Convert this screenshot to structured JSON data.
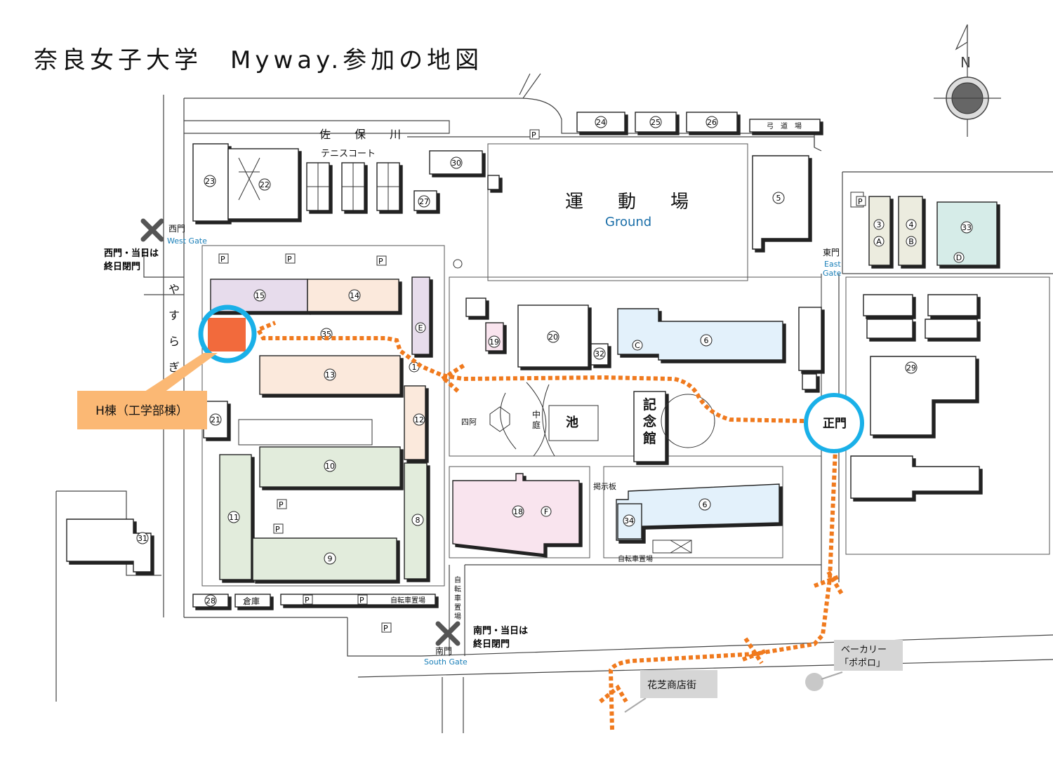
{
  "title": "奈良女子大学　Myway.参加の地図",
  "compass": {
    "label": "N"
  },
  "labels": {
    "river": [
      "佐",
      "保",
      "川"
    ],
    "tennis": "テニスコート",
    "ground": [
      "運",
      "動",
      "場"
    ],
    "ground_en": "Ground",
    "yasuragi": [
      "や",
      "す",
      "ら",
      "ぎ"
    ],
    "kinenkan": [
      "記",
      "念",
      "館"
    ],
    "pond": "池",
    "nakaniwa": [
      "中",
      "庭"
    ],
    "shiaku": "四阿",
    "keijiban": "掲示板",
    "bike_lot_1": "自転車置場",
    "bike_lot_2": "自転車置場",
    "bike_lot_v": [
      "自",
      "転",
      "車",
      "置",
      "場"
    ],
    "kyudojo": "弓　道　場",
    "soko": "倉庫",
    "parking": "P"
  },
  "gates": {
    "west": "西門",
    "west_en": "West Gate",
    "west_note": [
      "西門・当日は",
      "終日閉門"
    ],
    "east": "東門",
    "east_en": [
      "East",
      "Gate"
    ],
    "south": "南門",
    "south_en": "South Gate",
    "south_note": [
      "南門・当日は",
      "終日閉門"
    ],
    "main": "正門"
  },
  "callouts": {
    "h_building": "H棟（工学部棟）",
    "bakery": [
      "ベーカリー",
      "「ポポロ」"
    ],
    "shopping": "花芝商店街"
  },
  "buildings": [
    "1",
    "3",
    "4",
    "5",
    "6",
    "8",
    "9",
    "10",
    "11",
    "12",
    "13",
    "14",
    "15",
    "18",
    "19",
    "20",
    "21",
    "22",
    "23",
    "24",
    "25",
    "26",
    "27",
    "28",
    "29",
    "30",
    "31",
    "32",
    "33",
    "34",
    "35"
  ],
  "letters": [
    "A",
    "B",
    "C",
    "D",
    "E",
    "F"
  ],
  "colors": {
    "route": "#f07a1e",
    "highlight_ring": "#1ab0e8",
    "h_building": "#f26a3c",
    "callout": "#fbb874",
    "green": "#e2ecdc",
    "purple": "#e7dcec",
    "peach": "#fbe9dc",
    "blue": "#e3f1fb",
    "pink": "#f9e4ee",
    "teal": "#d6ece8",
    "beige": "#ececdf"
  }
}
